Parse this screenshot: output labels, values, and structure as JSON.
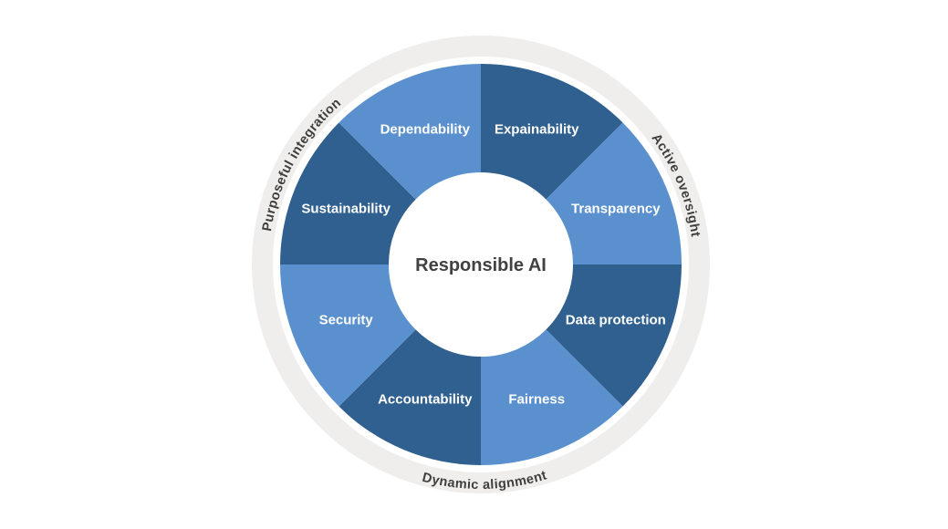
{
  "page": {
    "background": "#FFFFFF"
  },
  "chart_data": {
    "type": "pie",
    "subtype": "donut-wheel-diagram",
    "title": "Responsible AI",
    "equal_slices": true,
    "slice_angle_deg": 45,
    "segments": [
      {
        "label": "Expainability",
        "tone": "dark",
        "start_angle_deg": 0,
        "end_angle_deg": 45
      },
      {
        "label": "Transparency",
        "tone": "light",
        "start_angle_deg": 45,
        "end_angle_deg": 90
      },
      {
        "label": "Data protection",
        "tone": "dark",
        "start_angle_deg": 90,
        "end_angle_deg": 135
      },
      {
        "label": "Fairness",
        "tone": "light",
        "start_angle_deg": 135,
        "end_angle_deg": 180
      },
      {
        "label": "Accountability",
        "tone": "dark",
        "start_angle_deg": 180,
        "end_angle_deg": 225
      },
      {
        "label": "Security",
        "tone": "light",
        "start_angle_deg": 225,
        "end_angle_deg": 270
      },
      {
        "label": "Sustainability",
        "tone": "dark",
        "start_angle_deg": 270,
        "end_angle_deg": 315
      },
      {
        "label": "Dependability",
        "tone": "light",
        "start_angle_deg": 315,
        "end_angle_deg": 360
      }
    ],
    "ring_labels": [
      {
        "label": "Purposeful integration",
        "position": "top-left"
      },
      {
        "label": "Active oversight",
        "position": "top-right"
      },
      {
        "label": "Dynamic alignment",
        "position": "bottom"
      }
    ],
    "colors": {
      "dark_blue": "#2F608F",
      "light_blue": "#5B90CE",
      "ring_gray": "#EFEEEC",
      "text_dark": "#3E3E3E",
      "center_text": "#414141",
      "segment_text": "#FFFFFF"
    }
  }
}
